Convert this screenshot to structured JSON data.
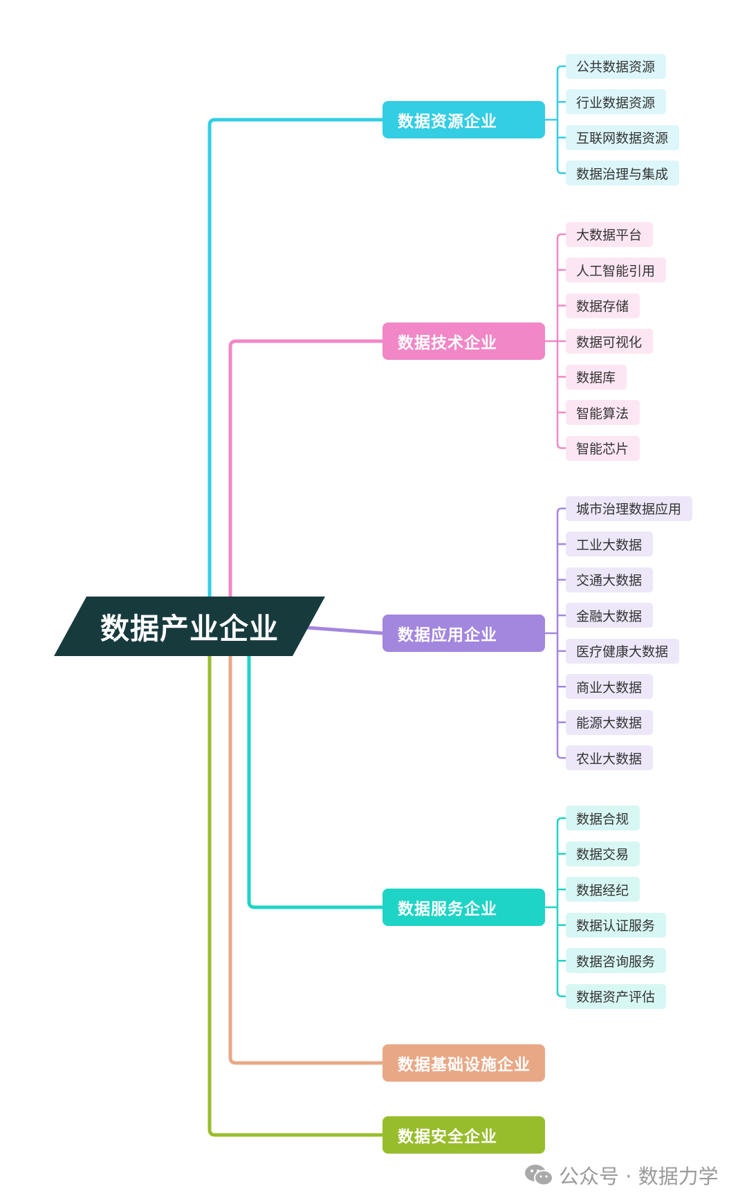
{
  "root": {
    "label": "数据产业企业",
    "color": "#173a3d"
  },
  "branches": [
    {
      "label": "数据资源企业",
      "color": "#33cde4",
      "leaf_bg": "#dcf6fa",
      "leaves": [
        "公共数据资源",
        "行业数据资源",
        "互联网数据资源",
        "数据治理与集成"
      ]
    },
    {
      "label": "数据技术企业",
      "color": "#f187c6",
      "leaf_bg": "#fde6f3",
      "leaves": [
        "大数据平台",
        "人工智能引用",
        "数据存储",
        "数据可视化",
        "数据库",
        "智能算法",
        "智能芯片"
      ]
    },
    {
      "label": "数据应用企业",
      "color": "#a386de",
      "leaf_bg": "#ede7f9",
      "leaves": [
        "城市治理数据应用",
        "工业大数据",
        "交通大数据",
        "金融大数据",
        "医疗健康大数据",
        "商业大数据",
        "能源大数据",
        "农业大数据"
      ]
    },
    {
      "label": "数据服务企业",
      "color": "#1ed4c6",
      "leaf_bg": "#d7f7f4",
      "leaves": [
        "数据合规",
        "数据交易",
        "数据经纪",
        "数据认证服务",
        "数据咨询服务",
        "数据资产评估"
      ]
    },
    {
      "label": "数据基础设施企业",
      "color": "#e8a886",
      "leaf_bg": "#fbece4",
      "leaves": []
    },
    {
      "label": "数据安全企业",
      "color": "#98bd2c",
      "leaf_bg": "#eef5d8",
      "leaves": []
    }
  ],
  "watermark": {
    "text": "公众号 · 数据力学",
    "icon": "wechat-icon"
  }
}
